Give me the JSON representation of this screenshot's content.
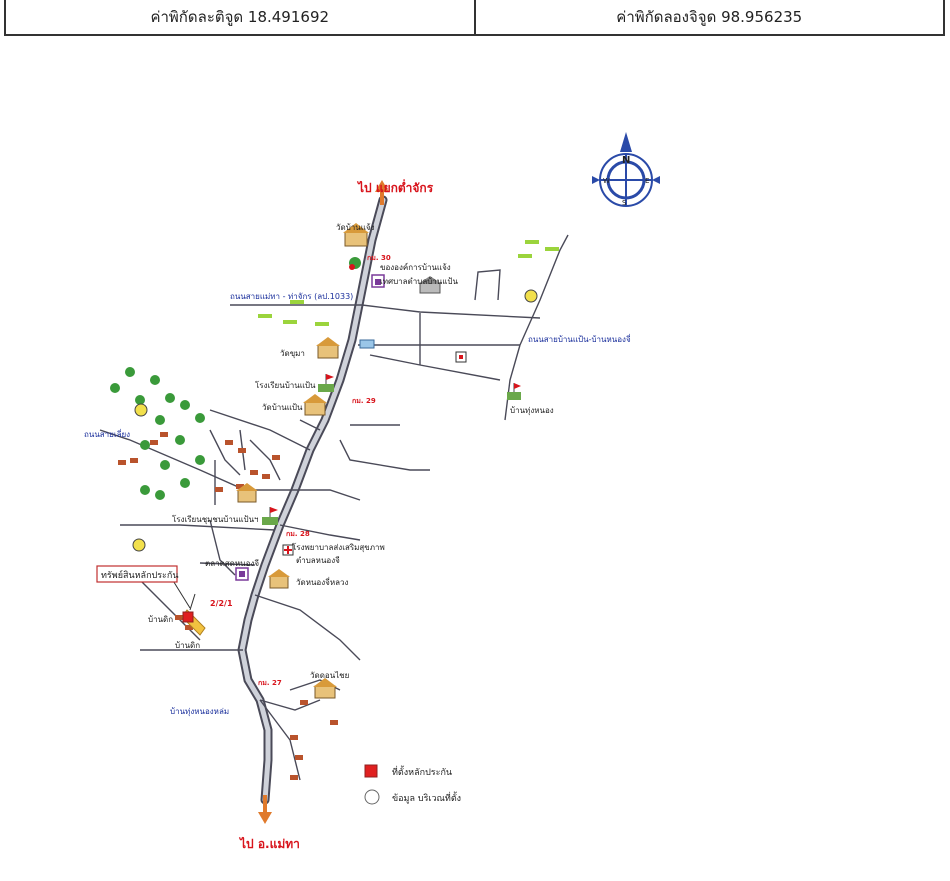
{
  "coordinates": {
    "latitude_label": "ค่าพิกัดละติจูด 18.491692",
    "longitude_label": "ค่าพิกัดลองจิจูด 98.956235"
  },
  "map": {
    "destinations": {
      "north": "ไป แยกต่ำจักร",
      "south": "ไป อ.แม่ทา"
    },
    "places": {
      "wat_top": "วัดบ้านแจ้ง",
      "school_top": "เทศบาลตำบลบ้านแป้น",
      "office_top": "ขององค์การบ้านแจ้ง",
      "wat_mid": "วัดขุมา",
      "clinic": "โรงเรียนบ้านแป้น",
      "wat_pan": "วัดบ้านแป้น",
      "hospital": "โรงพยาบาลส่งเสริมสุขภาพ",
      "hospital_sub": "ตำบลหนองจี",
      "school_low": "โรงเรียนชุมชนบ้านแป้นฯ",
      "market": "ตลาดสดหนองจี",
      "wat_low": "วัดหนองจี่หลวง",
      "wat_south": "วัดดอนไชย",
      "village1": "บ้านดิก",
      "village2": "บ้านดิก",
      "village_east": "บ้านทุ่งหนอง"
    },
    "roads": {
      "road_west": "ถนนสายเลี่ยง",
      "road_junction": "ถนนสายแม่ทา - ท่าจักร (ลป.1033)",
      "road_east": "ถนนสายบ้านแป้น-บ้านหนองจี่",
      "road_south": "บ้านทุ่งหนองหล่ม"
    },
    "km_markers": {
      "km_top": "กม. 30",
      "km_mid": "กม. 29",
      "km_low": "กม. 28",
      "km_south": "กม. 27"
    },
    "site_callout": "ทรัพย์สินหลักประกัน",
    "site_number": "2/2/1",
    "legend": {
      "collateral": "ที่ตั้งหลักประกัน",
      "info": "ข้อมูล บริเวณที่ตั้ง"
    },
    "compass": {
      "n": "N",
      "s": "S",
      "e": "E",
      "w": "W"
    },
    "colors": {
      "road_fill": "#cfd2da",
      "road_edge": "#4a4a58",
      "label_red": "#d8141c",
      "label_blue": "#1a2f9c",
      "tree": "#3a9a3a",
      "collateral": "#e02020",
      "info_marker": "#f2e04c"
    }
  }
}
